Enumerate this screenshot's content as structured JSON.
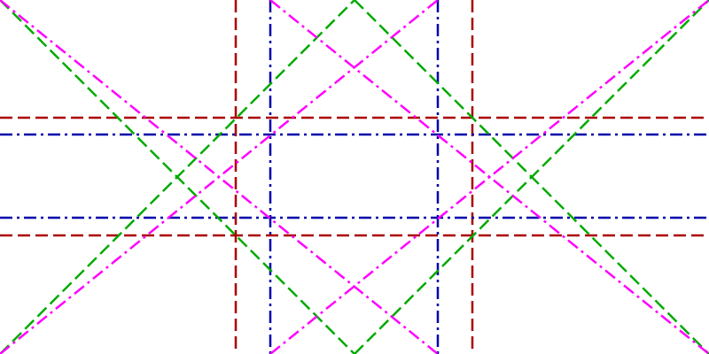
{
  "background": "#ffffff",
  "styles": {
    "red_dashed": {
      "color": "#aa0000",
      "pattern": "dashed"
    },
    "blue_dashdot": {
      "color": "#0000aa",
      "pattern": "dash-dot"
    },
    "green_dashed": {
      "color": "#00aa00",
      "pattern": "dashed"
    },
    "magenta_dashdot": {
      "color": "#ff00ff",
      "pattern": "dash-dot"
    }
  },
  "lines": [
    {
      "id": "red-vertical-left",
      "style": "red_dashed"
    },
    {
      "id": "red-vertical-right",
      "style": "red_dashed"
    },
    {
      "id": "red-horizontal-top",
      "style": "red_dashed"
    },
    {
      "id": "red-horizontal-bottom",
      "style": "red_dashed"
    },
    {
      "id": "blue-vertical-left",
      "style": "blue_dashdot"
    },
    {
      "id": "blue-vertical-right",
      "style": "blue_dashdot"
    },
    {
      "id": "blue-horizontal-top",
      "style": "blue_dashdot"
    },
    {
      "id": "blue-horizontal-bottom",
      "style": "blue_dashdot"
    },
    {
      "id": "green-diagonal-1",
      "style": "green_dashed"
    },
    {
      "id": "green-diagonal-2",
      "style": "green_dashed"
    },
    {
      "id": "green-diagonal-3",
      "style": "green_dashed"
    },
    {
      "id": "green-diagonal-4",
      "style": "green_dashed"
    },
    {
      "id": "magenta-diagonal-1",
      "style": "magenta_dashdot"
    },
    {
      "id": "magenta-diagonal-2",
      "style": "magenta_dashdot"
    },
    {
      "id": "magenta-diagonal-3",
      "style": "magenta_dashdot"
    },
    {
      "id": "magenta-diagonal-4",
      "style": "magenta_dashdot"
    }
  ]
}
